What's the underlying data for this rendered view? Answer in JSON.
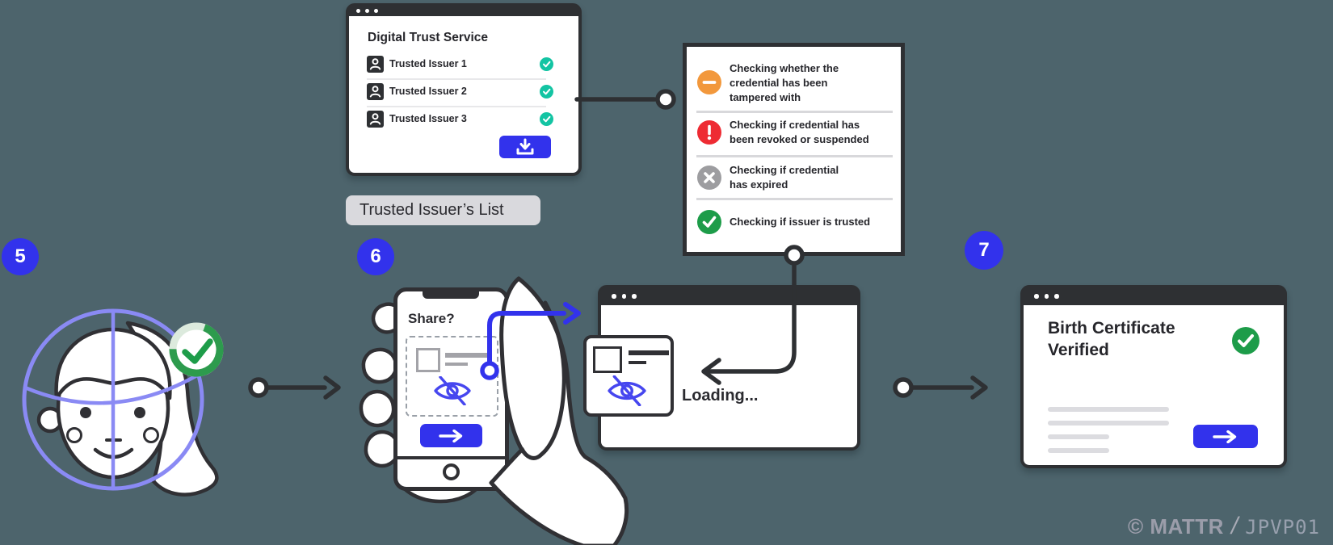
{
  "background_color": "#4d646c",
  "colors": {
    "blue_accent": "#3232ec",
    "purple_scan": "#8a8af4",
    "teal_check": "#13c4a3",
    "orange_status": "#f2983c",
    "red_status": "#ee2b33",
    "gray_status": "#9d9da0",
    "green_status": "#1d9c49",
    "outline_dark": "#2e3033",
    "chip_bg": "#d9d9dd"
  },
  "steps": {
    "five": "5",
    "six": "6",
    "seven": "7"
  },
  "trust_window": {
    "title": "Digital Trust Service",
    "issuers": [
      {
        "label": "Trusted Issuer 1"
      },
      {
        "label": "Trusted Issuer 2"
      },
      {
        "label": "Trusted Issuer 3"
      }
    ],
    "download_icon": "download-tray-arrow"
  },
  "issuer_chip_label": "Trusted Issuer’s List",
  "verification_panel": {
    "items": [
      {
        "status": "in-progress",
        "icon": "minus-icon",
        "color": "#f2983c",
        "lines": [
          "Checking whether the",
          "credential has been",
          "tampered with"
        ]
      },
      {
        "status": "alert",
        "icon": "exclamation-icon",
        "color": "#ee2b33",
        "lines": [
          "Checking if credential has",
          "been revoked or suspended"
        ]
      },
      {
        "status": "neutral",
        "icon": "cross-icon",
        "color": "#9d9da0",
        "lines": [
          "Checking if credential",
          "has expired"
        ]
      },
      {
        "status": "passed",
        "icon": "check-icon",
        "color": "#1d9c49",
        "lines": [
          "Checking if issuer is trusted"
        ]
      }
    ]
  },
  "phone": {
    "prompt": "Share?",
    "share_icon": "right-arrow",
    "hidden_attribute_icon": "eye-off"
  },
  "loading_window": {
    "status_text": "Loading..."
  },
  "result_window": {
    "title_lines": [
      "Birth Certificate",
      "Verified"
    ],
    "verified_icon": "green-check",
    "next_icon": "right-arrow"
  },
  "footer": {
    "copyright": "© MATTR",
    "separator": "/",
    "code": "JPVP01"
  }
}
